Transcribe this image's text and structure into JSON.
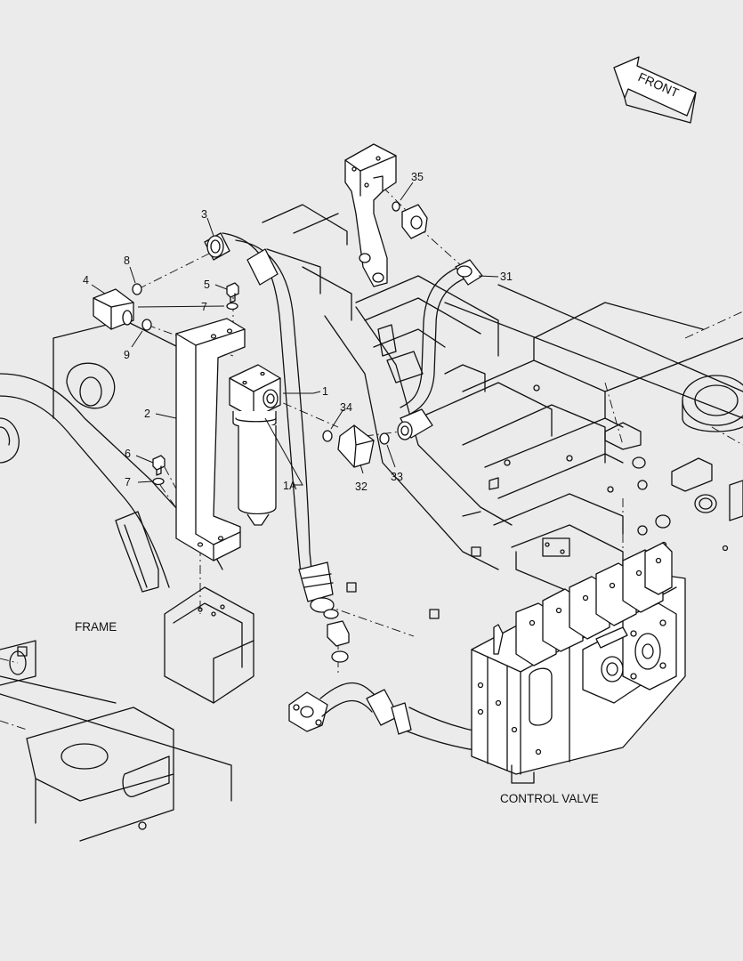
{
  "orientation": {
    "label": "FRONT"
  },
  "areas": {
    "frame": "FRAME",
    "control_valve": "CONTROL VALVE"
  },
  "callouts": [
    {
      "id": "c1",
      "text": "1"
    },
    {
      "id": "c1a",
      "text": "1A"
    },
    {
      "id": "c2",
      "text": "2"
    },
    {
      "id": "c3",
      "text": "3"
    },
    {
      "id": "c4",
      "text": "4"
    },
    {
      "id": "c5",
      "text": "5"
    },
    {
      "id": "c6",
      "text": "6"
    },
    {
      "id": "c7a",
      "text": "7"
    },
    {
      "id": "c7b",
      "text": "7"
    },
    {
      "id": "c8",
      "text": "8"
    },
    {
      "id": "c9",
      "text": "9"
    },
    {
      "id": "c31",
      "text": "31"
    },
    {
      "id": "c32",
      "text": "32"
    },
    {
      "id": "c33",
      "text": "33"
    },
    {
      "id": "c34",
      "text": "34"
    },
    {
      "id": "c35",
      "text": "35"
    }
  ]
}
